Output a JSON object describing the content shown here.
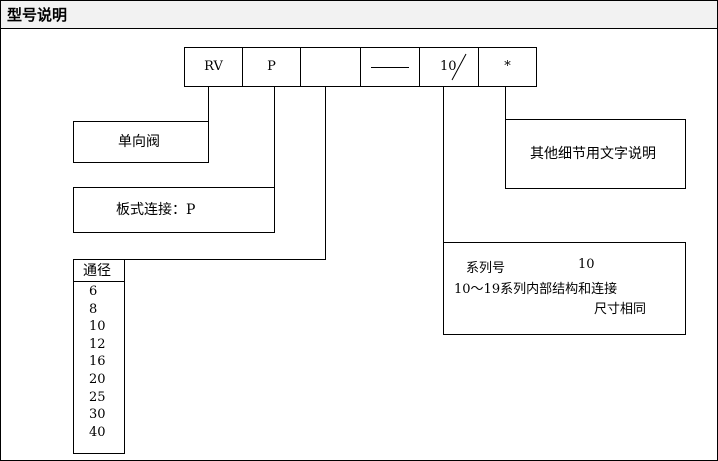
{
  "header": {
    "title": "型号说明"
  },
  "code_cells": [
    "RV",
    "P",
    "",
    "",
    "10",
    "*"
  ],
  "labels": {
    "valve_type": "单向阀",
    "connection": "板式连接：P",
    "other": "其他细节用文字说明",
    "diameter_title": "通径",
    "series_line1_left": "系列号",
    "series_line1_right": "10",
    "series_line2": "10～19系列内部结构和连接",
    "series_line3": "尺寸相同"
  },
  "diameters": [
    "6",
    "8",
    "10",
    "12",
    "16",
    "20",
    "25",
    "30",
    "40"
  ]
}
